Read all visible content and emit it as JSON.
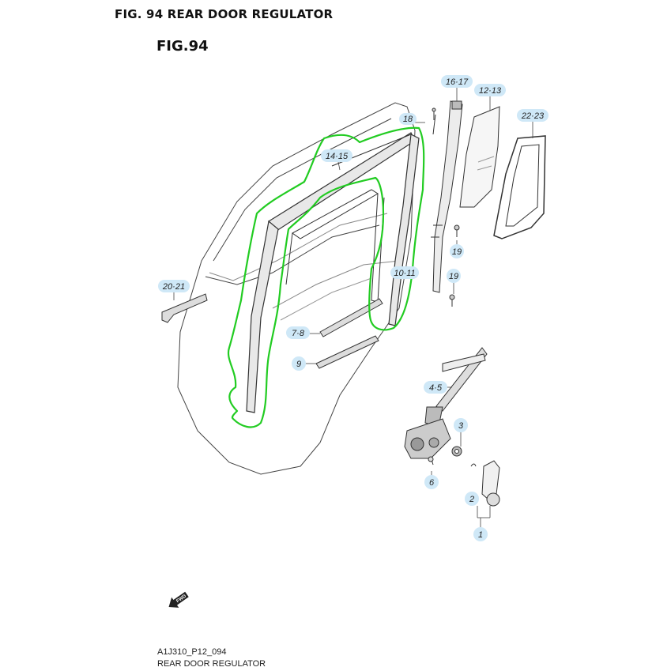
{
  "header": {
    "title": "FIG. 94 REAR DOOR REGULATOR"
  },
  "figure": {
    "label": "FIG.94"
  },
  "callouts": {
    "c1617": "16·17",
    "c1213": "12·13",
    "c2223": "22·23",
    "c18": "18",
    "c1415": "14·15",
    "c2021": "20·21",
    "c1011": "10·11",
    "c19a": "19",
    "c19b": "19",
    "c78": "7·8",
    "c9": "9",
    "c45": "4·5",
    "c3": "3",
    "c6": "6",
    "c2": "2",
    "c1": "1"
  },
  "fwd": "FWD",
  "footer": {
    "code": "A1J310_P12_094",
    "caption": "REAR DOOR REGULATOR"
  },
  "colors": {
    "highlight": "#22cc22",
    "callout_bubble": "#cfe8f7",
    "line": "#333333"
  }
}
